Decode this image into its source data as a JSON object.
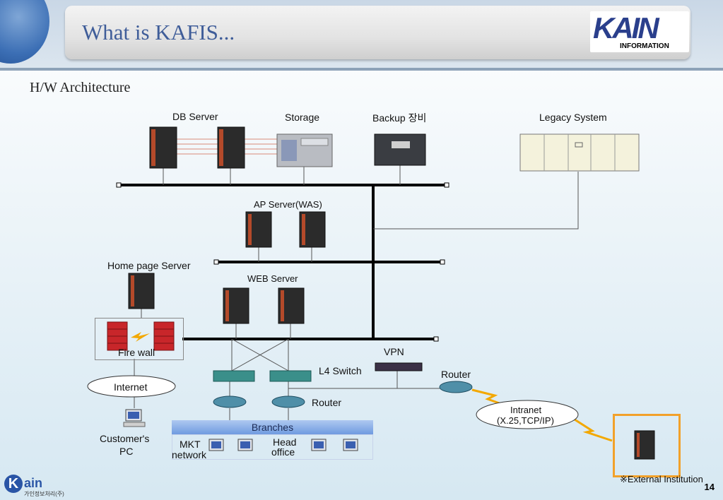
{
  "header": {
    "title": "What is KAFIS...",
    "logo_text": "KAIN",
    "logo_sub": "INFORMATION"
  },
  "subtitle": "H/W Architecture",
  "labels": {
    "db_server": "DB Server",
    "storage": "Storage",
    "backup": "Backup 장비",
    "legacy": "Legacy System",
    "ap_server": "AP Server(WAS)",
    "home_server": "Home page  Server",
    "web_server": "WEB Server",
    "firewall": "Fire wall",
    "internet": "Internet",
    "customer_pc_1": "Customer's",
    "customer_pc_2": "PC",
    "vpn": "VPN",
    "l4_switch": "L4 Switch",
    "router_right": "Router",
    "router_left": "Router",
    "intranet_1": "Intranet",
    "intranet_2": "(X.25,TCP/IP)",
    "branches": "Branches",
    "mkt_1": "MKT",
    "mkt_2": "network",
    "head_1": "Head",
    "head_2": "office",
    "external": "※External Institution"
  },
  "footer": {
    "logo_k": "K",
    "logo_rest": "ain",
    "logo_sub": "가인정보처리(주)",
    "page_number": "14"
  },
  "colors": {
    "title": "#3f5d99",
    "accent_orange": "#f2a12a",
    "firewall_red": "#c8262a",
    "lightning": "#f3a800"
  }
}
